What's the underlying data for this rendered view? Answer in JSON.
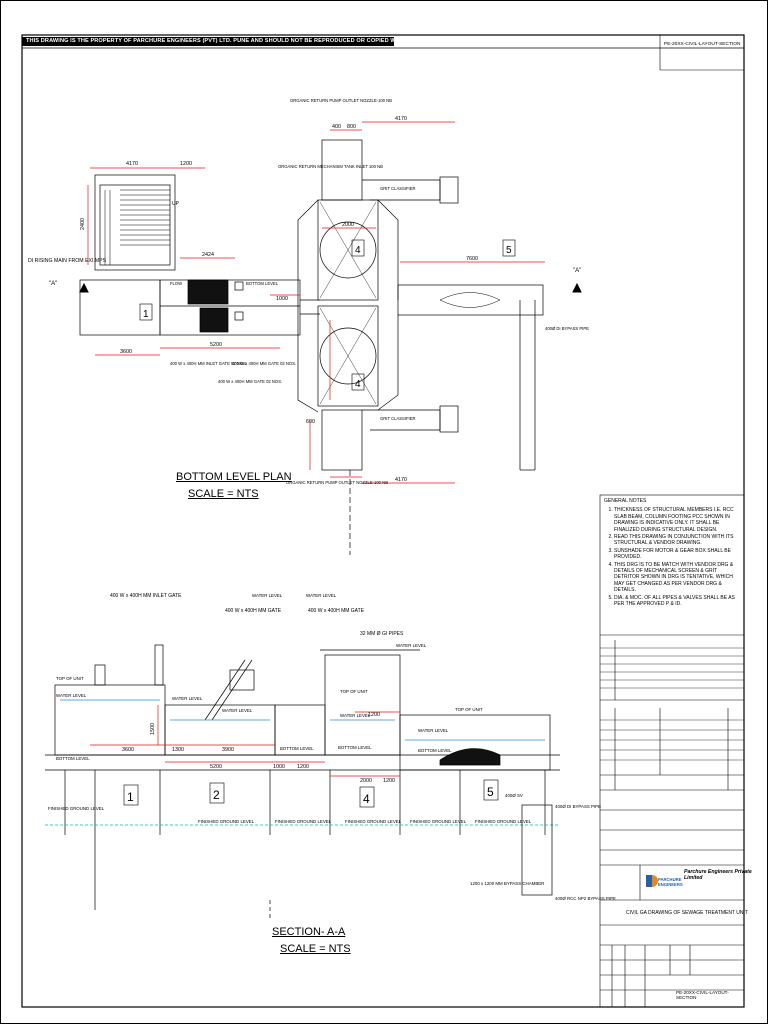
{
  "header": {
    "copyright": "THIS DRAWING IS THE PROPERTY OF PARCHURE ENGINEERS (PVT) LTD. PUNE AND SHOULD NOT BE REPRODUCED OR COPIED WITHOUT OWNERS PERMISSION.",
    "drawing_no_top": "PE-20XX-CIVIL-LAYOUT-SECTION"
  },
  "plan": {
    "title": "BOTTOM LEVEL PLAN",
    "scale": "SCALE = NTS",
    "labels": {
      "organic_return_outlet": "ORGANIC RETURN PUMP OUTLET NOZZLE-100 NB",
      "organic_return_inlet": "ORGANIC RETURN MECHANISM TANK INLET 100 NB",
      "rising_main": "DI RISING MAIN FROM EXI.MPS",
      "inlet_gate": "400 W x 400H MM INLET GATE 02 NOS.",
      "mm_gate": "400 W x 400H MM GATE 02 NOS.",
      "mm_gate2": "400 W x 400H MM GATE 02 NOS.",
      "bypass": "400Ø DI BYPASS PIPE",
      "up": "UP",
      "flow": "FLOW",
      "bottom_level": "BOTTOM LEVEL",
      "classifier": "GRIT CLASSIFIER",
      "marker_a": "\"A\"",
      "dim_4170": "4170",
      "dim_1200": "1200",
      "dim_2400": "2400",
      "dim_2424": "2424",
      "dim_3600": "3600",
      "dim_5200": "5200",
      "dim_1000": "1000",
      "dim_2000": "2000",
      "dim_7600": "7600",
      "dim_400": "400",
      "dim_800": "800",
      "dim_600": "600"
    },
    "units": [
      "1",
      "4",
      "4",
      "5"
    ]
  },
  "section": {
    "title": "SECTION- A-A",
    "scale": "SCALE = NTS",
    "labels": {
      "inlet_gate": "400 W x 400H MM INLET GATE",
      "mm_gate": "400 W x 400H MM GATE",
      "mm_gate2": "400 W x 400H MM GATE",
      "gi_pipes": "32 MM Ø GI PIPES",
      "water_level": "WATER LEVEL",
      "top_of_unit": "TOP OF UNIT",
      "bottom_level": "BOTTOM LEVEL",
      "finished_ground": "FINISHED GROUND LEVEL",
      "bypass_pipe": "400Ø DI BYPASS PIPE",
      "bypass_chamber": "1200 x 1200 MM BYPASS CHAMBER",
      "rcc_pipe": "400Ø RCC NP2 BYPASS PIPE",
      "sv": "400Ø SV",
      "dim_3600": "3600",
      "dim_1300": "1300",
      "dim_3900": "3900",
      "dim_5200": "5200",
      "dim_1000": "1000",
      "dim_1200": "1200",
      "dim_2000": "2000",
      "dim_1500": "1500"
    },
    "units": [
      "1",
      "2",
      "4",
      "5"
    ]
  },
  "notes": {
    "heading": "GENERAL NOTES",
    "items": [
      "THICKNESS OF STRUCTURAL MEMBERS I.E. RCC SLAB BEAM, COLUMN FOOTING PCC SHOWN IN DRAWING IS INDICATIVE ONLY. IT SHALL BE FINALIZED DURING STRUCTURAL DESIGN.",
      "READ THIS DRAWING IN CONJUNCTION WITH ITS STRUCTURAL & VENDOR DRAWING.",
      "SUNSHADE FOR MOTOR & GEAR BOX SHALL BE PROVIDED.",
      "THIS DRG IS TO BE MATCH WITH VENDOR DRG & DETAILS OF MECHANICAL SCREEN & GRIT DETRITOR SHOWN IN DRG IS TENTATIVE, WHICH MAY GET CHANGED AS PER VENDOR DRG & DETAILS.",
      "DIA. & MOC. OF ALL PIPES & VALVES SHALL BE AS PER THE APPROVED P & ID."
    ]
  },
  "title_block": {
    "company": "Parchure Engineers Private Limited",
    "logo_text": "PARCHURE ENGINEERS",
    "drawing_title": "CIVIL GA DRAWING OF SEWAGE TREATMENT UNIT",
    "drawing_no": "PE-20XX-CIVIL-LAYOUT-SECTION"
  },
  "colors": {
    "line": "#000000",
    "dimension": "#e8141b",
    "water_level": "#2f8fd8",
    "ground": "#1aa6b8"
  }
}
